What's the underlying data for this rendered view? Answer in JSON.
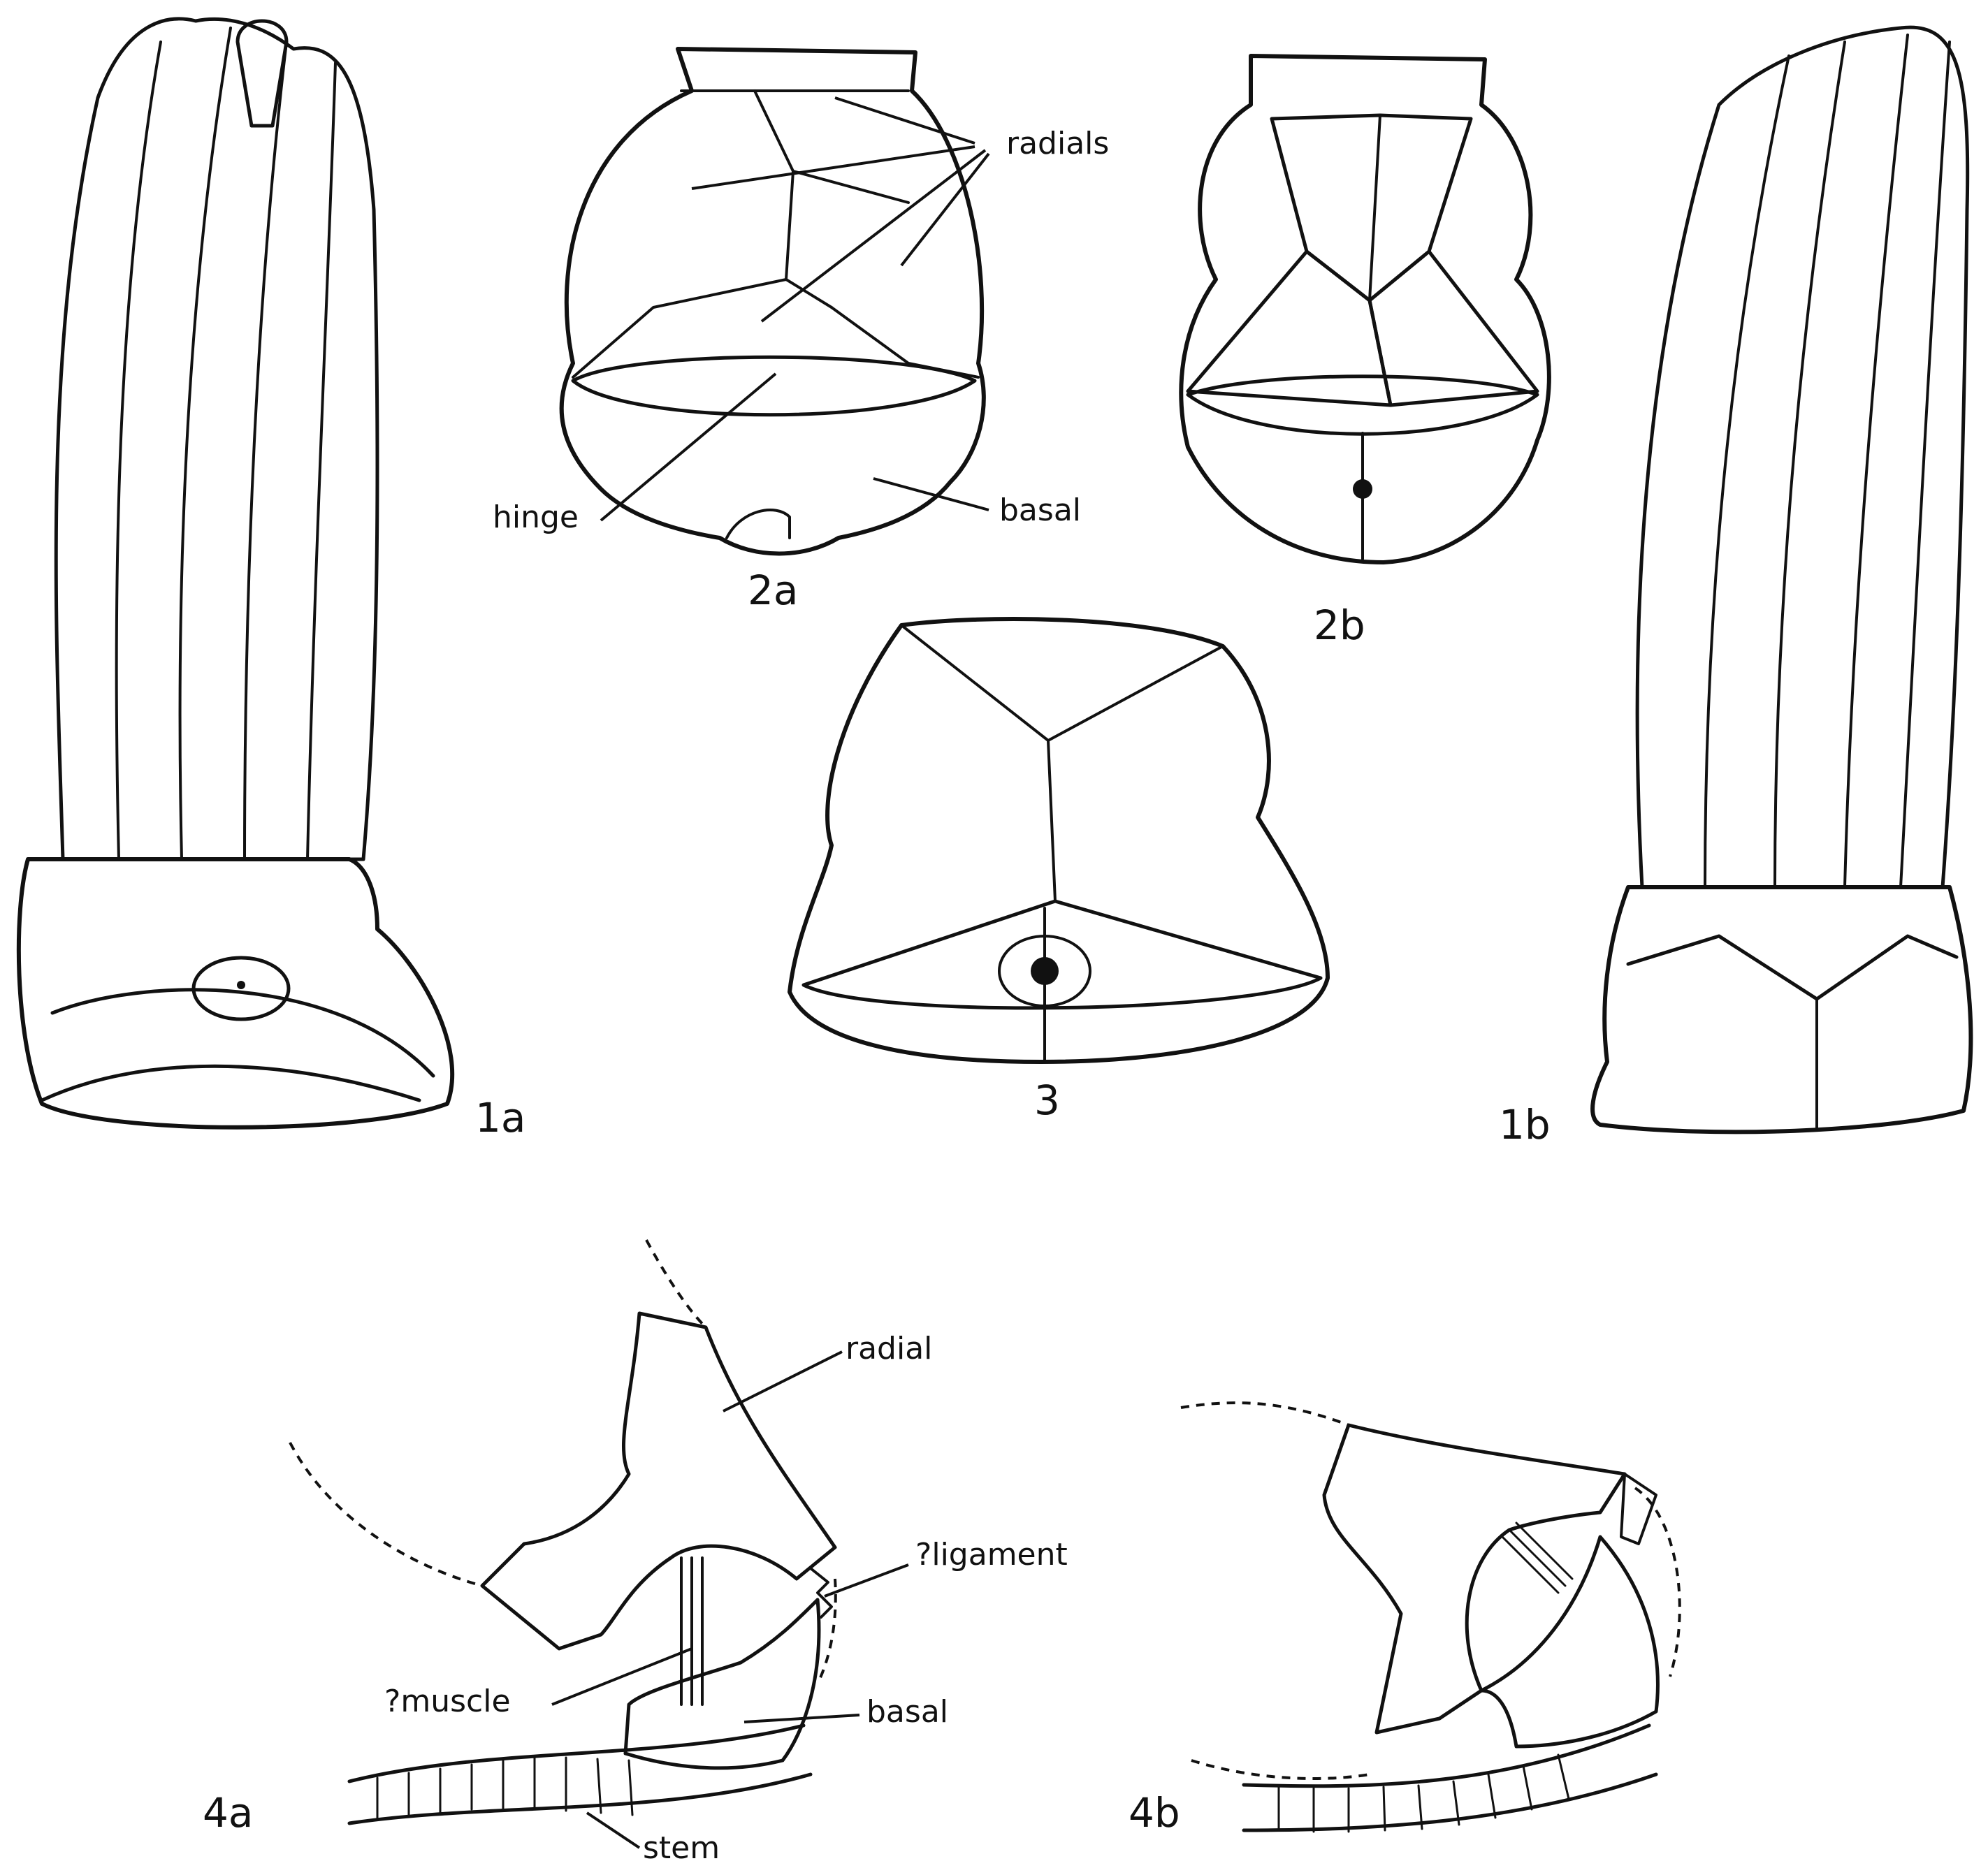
{
  "figures": {
    "fig1a": {
      "number": "1a"
    },
    "fig1b": {
      "number": "1b"
    },
    "fig2a": {
      "number": "2a"
    },
    "fig2b": {
      "number": "2b"
    },
    "fig3": {
      "number": "3"
    },
    "fig4a": {
      "number": "4a"
    },
    "fig4b": {
      "number": "4b"
    }
  },
  "labels": {
    "radials": "radials",
    "hinge": "hinge",
    "basal_2a": "basal",
    "radial": "radial",
    "ligament": "?ligament",
    "muscle": "?muscle",
    "basal_4a": "basal",
    "stem": "stem"
  },
  "colors": {
    "ink": "#111111",
    "paper": "#ffffff",
    "stipple": "#6a6a6a"
  }
}
